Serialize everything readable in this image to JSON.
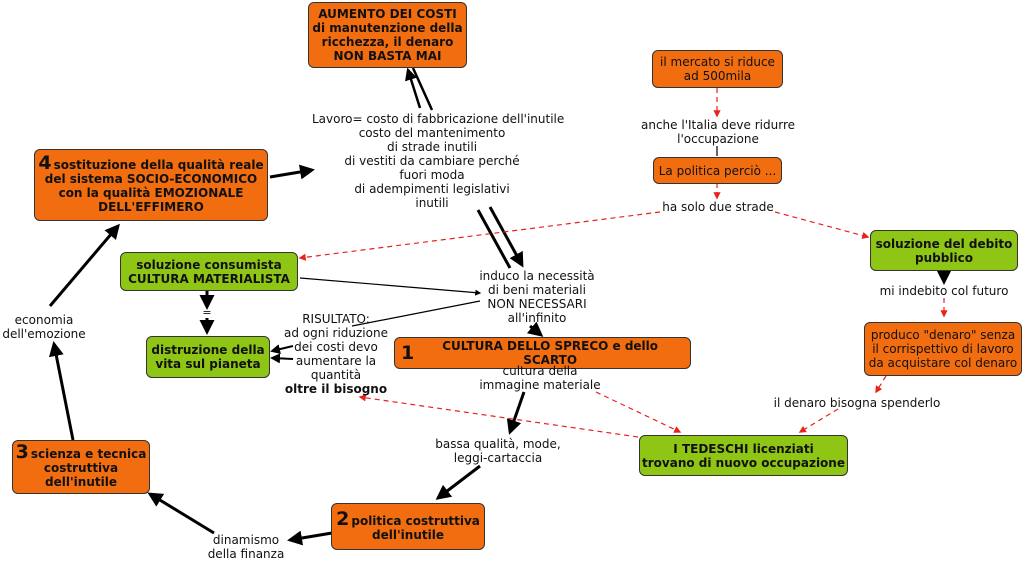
{
  "nodes": {
    "aumento": [
      "AUMENTO DEI COSTI",
      "di manutenzione della",
      "ricchezza, il denaro",
      "NON BASTA MAI"
    ],
    "sostituzione": {
      "num": "4",
      "lines": [
        "sostituzione della qualità reale",
        "del sistema SOCIO-ECONOMICO",
        "con la qualità EMOZIONALE",
        "DELL'EFFIMERO"
      ]
    },
    "soluzione_consumista": [
      "soluzione consumista",
      "CULTURA MATERIALISTA"
    ],
    "distruzione": [
      "distruzione della",
      "vita sul pianeta"
    ],
    "cultura_spreco": {
      "num": "1",
      "text": "CULTURA DELLO SPRECO e dello SCARTO"
    },
    "scienza": {
      "num": "3",
      "lines": [
        "scienza e tecnica",
        "costruttiva",
        "dell'inutile"
      ]
    },
    "politica_costruttiva": {
      "num": "2",
      "lines": [
        "politica costruttiva",
        "dell'inutile"
      ]
    },
    "mercato": [
      "il mercato si riduce",
      "ad 500mila"
    ],
    "politica_percio": "La politica perciò ...",
    "soluzione_debito": [
      "soluzione del debito",
      "pubblico"
    ],
    "produco": [
      "produco \"denaro\" senza",
      "il corrispettivo di lavoro",
      "da acquistare col denaro"
    ],
    "tedeschi": [
      "I TEDESCHI licenziati",
      "trovano di nuovo occupazione"
    ]
  },
  "labels": {
    "lavoro": [
      "Lavoro= costo di fabbricazione dell'inutile",
      "costo del mantenimento",
      "di strade inutili",
      "di vestiti da cambiare perché",
      "fuori moda",
      "di adempimenti legislativi",
      "inutili"
    ],
    "induco": [
      "induco la necessità",
      "di beni materiali",
      "NON NECESSARI",
      "all'infinito"
    ],
    "equals": "=",
    "risultato": [
      "RISULTATO:",
      "ad ogni riduzione",
      "dei costi devo",
      "aumentare la",
      "quantità"
    ],
    "risultato_bold": "oltre il bisogno",
    "cultura_immagine": [
      "cultura  della",
      "immagine materiale"
    ],
    "bassa_qualita": [
      "bassa qualità, mode,",
      "leggi-cartaccia"
    ],
    "economia": [
      "economia",
      "dell'emozione"
    ],
    "dinamismo": [
      "dinamismo",
      "della finanza"
    ],
    "anche_italia": [
      "anche l'Italia deve ridurre",
      "l'occupazione"
    ],
    "ha_solo": "ha solo due strade",
    "mi_indebito": "mi indebito col futuro",
    "il_denaro": "il denaro bisogna spenderlo"
  },
  "colors": {
    "orange": "#f26d0f",
    "green": "#8fc514",
    "solid_arrow": "#000000",
    "dashed_arrow": "#e8221b"
  }
}
